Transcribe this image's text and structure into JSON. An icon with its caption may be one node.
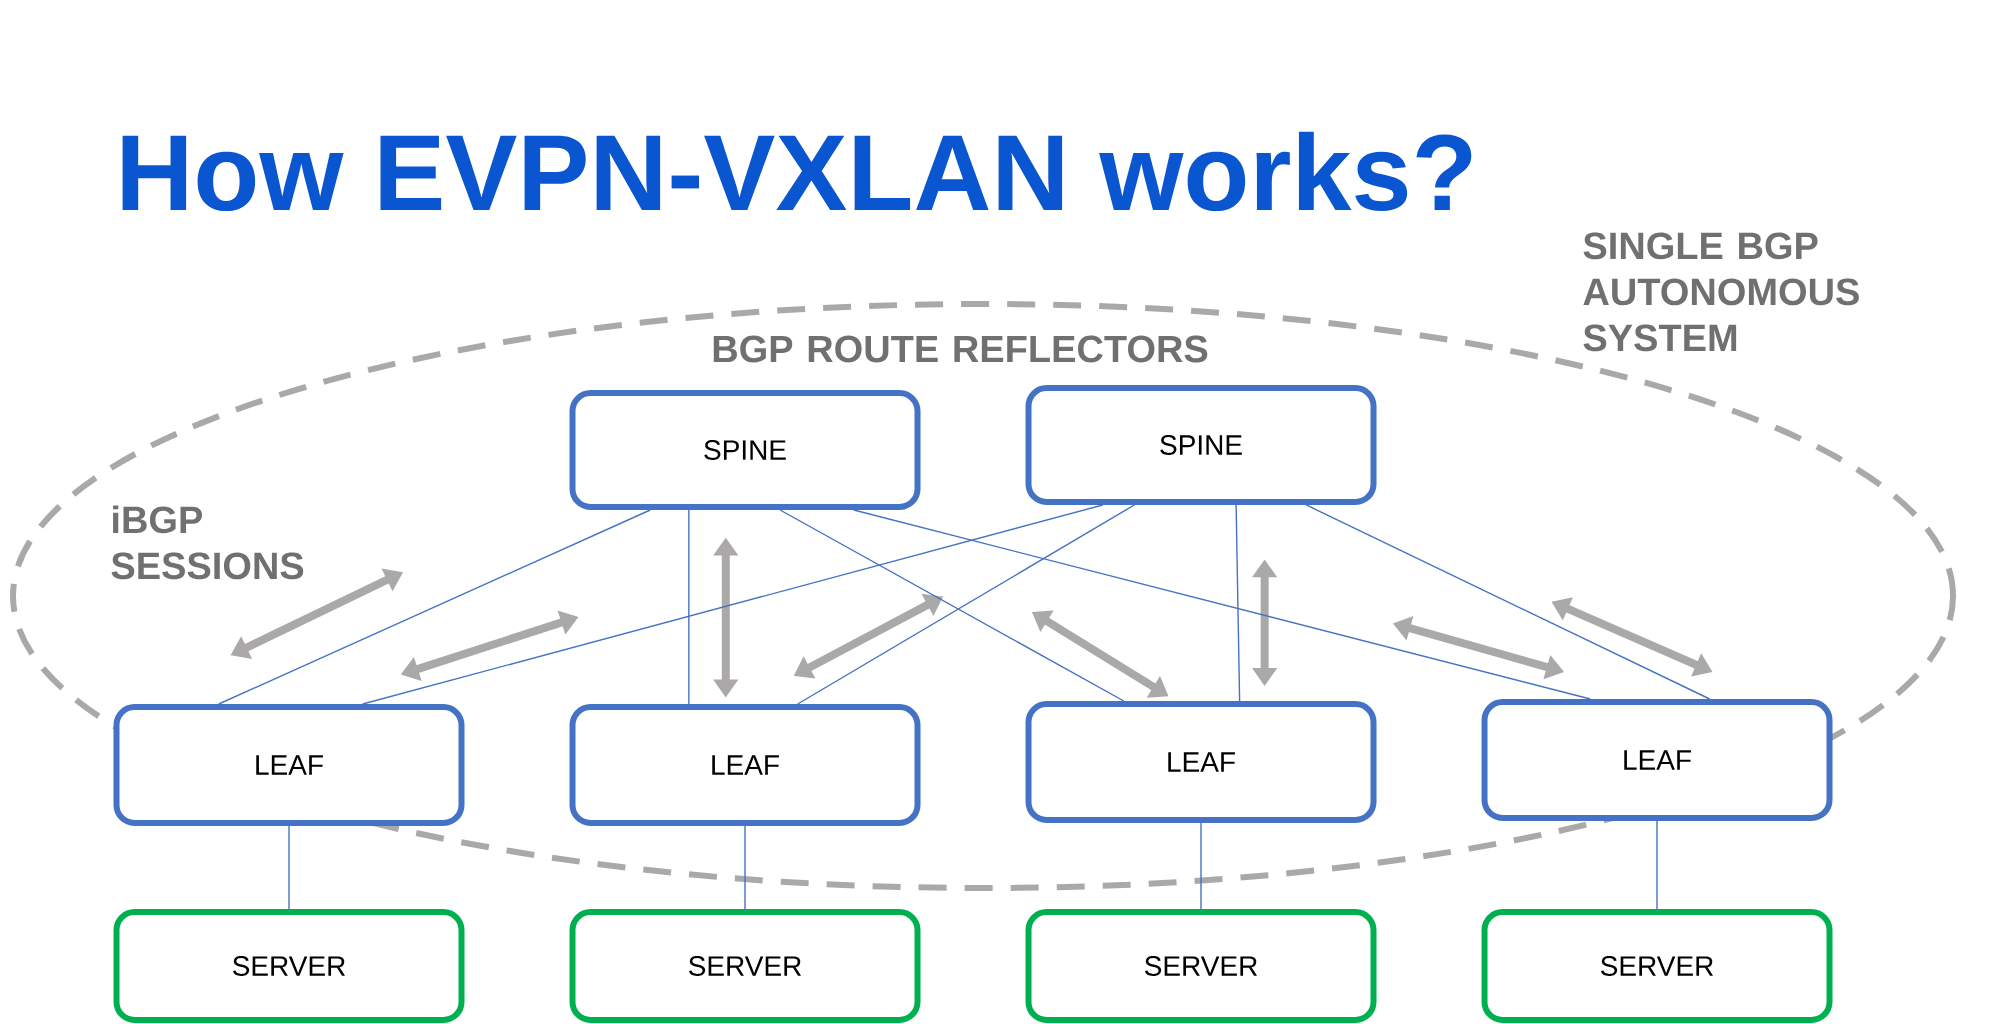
{
  "diagram": {
    "title": "How EVPN-VXLAN works?",
    "nodes": [
      {
        "text": [
          "SPINE"
        ]
      },
      {
        "text": [
          "SPINE"
        ]
      },
      {
        "text": [
          "LEAF"
        ]
      },
      {
        "text": [
          "LEAF"
        ]
      },
      {
        "text": [
          "LEAF"
        ]
      },
      {
        "text": [
          "LEAF"
        ]
      },
      {
        "text": [
          "SERVER"
        ]
      },
      {
        "text": [
          "SERVER"
        ]
      },
      {
        "text": [
          "SERVER"
        ]
      },
      {
        "text": [
          "SERVER"
        ]
      }
    ],
    "edges": [
      {
        "from": 0,
        "to": 2,
        "arrow": "none"
      },
      {
        "from": 0,
        "to": 3,
        "arrow": "none"
      },
      {
        "from": 0,
        "to": 4,
        "arrow": "none"
      },
      {
        "from": 0,
        "to": 5,
        "arrow": "none"
      },
      {
        "from": 1,
        "to": 2,
        "arrow": "none"
      },
      {
        "from": 1,
        "to": 3,
        "arrow": "none"
      },
      {
        "from": 1,
        "to": 4,
        "arrow": "none"
      },
      {
        "from": 1,
        "to": 5,
        "arrow": "none"
      },
      {
        "from": 2,
        "to": 6,
        "arrow": "none"
      },
      {
        "from": 3,
        "to": 7,
        "arrow": "none"
      },
      {
        "from": 4,
        "to": 8,
        "arrow": "none"
      },
      {
        "from": 5,
        "to": 9,
        "arrow": "none"
      }
    ],
    "labels": [
      "SINGLE BGP AUTONOMOUS SYSTEM",
      "BGP ROUTE REFLECTORS",
      "iBGP SESSIONS"
    ]
  }
}
